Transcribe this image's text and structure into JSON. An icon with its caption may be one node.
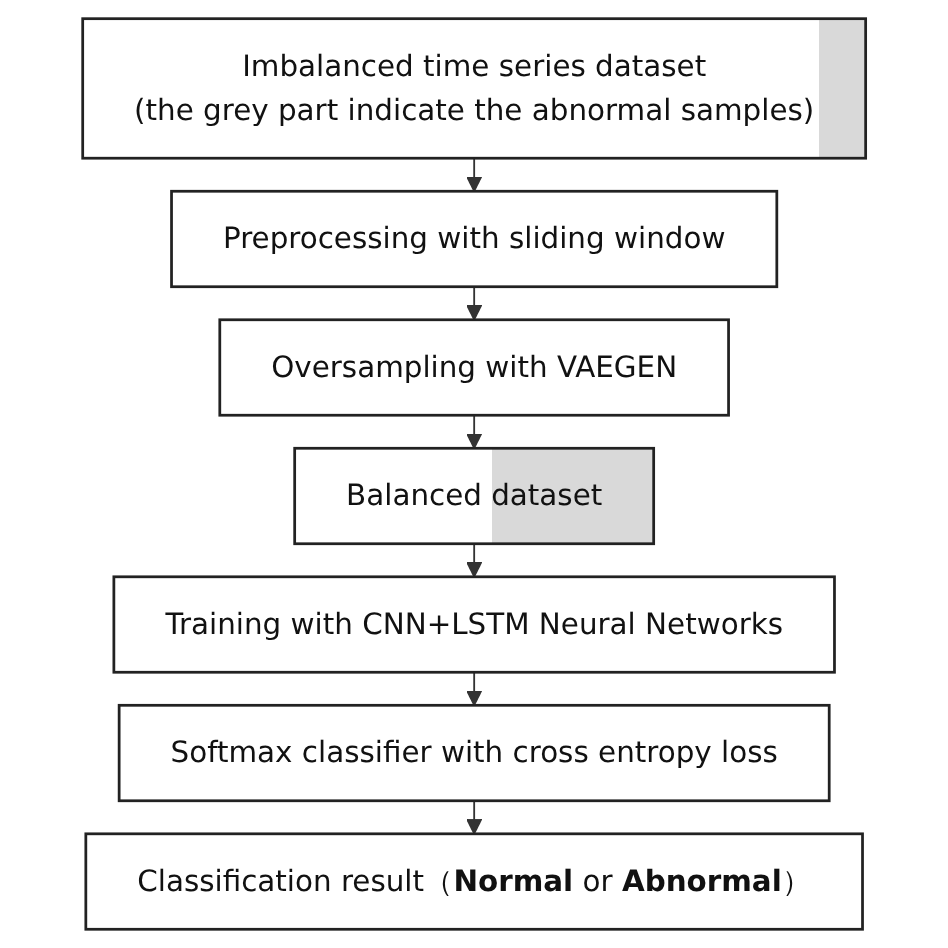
{
  "diagram": {
    "nodes": [
      {
        "text": [
          "Imbalanced time series dataset",
          "(the grey part indicate the abnormal samples)"
        ]
      },
      {
        "text": [
          "Preprocessing with sliding window"
        ]
      },
      {
        "text": [
          "Oversampling with VAEGEN"
        ]
      },
      {
        "text": [
          "Balanced dataset"
        ]
      },
      {
        "text": [
          "Training with CNN+LSTM Neural Networks"
        ]
      },
      {
        "text": [
          "Softmax classifier with cross entropy loss"
        ]
      },
      {
        "text": [
          "Classification result（**Normal** or **Abnormal**）"
        ]
      }
    ],
    "edges": [
      {
        "from": 0,
        "to": 1,
        "arrow": "to"
      },
      {
        "from": 1,
        "to": 2,
        "arrow": "to"
      },
      {
        "from": 2,
        "to": 3,
        "arrow": "to"
      },
      {
        "from": 3,
        "to": 4,
        "arrow": "to"
      },
      {
        "from": 4,
        "to": 5,
        "arrow": "to"
      },
      {
        "from": 5,
        "to": 6,
        "arrow": "to"
      }
    ]
  }
}
